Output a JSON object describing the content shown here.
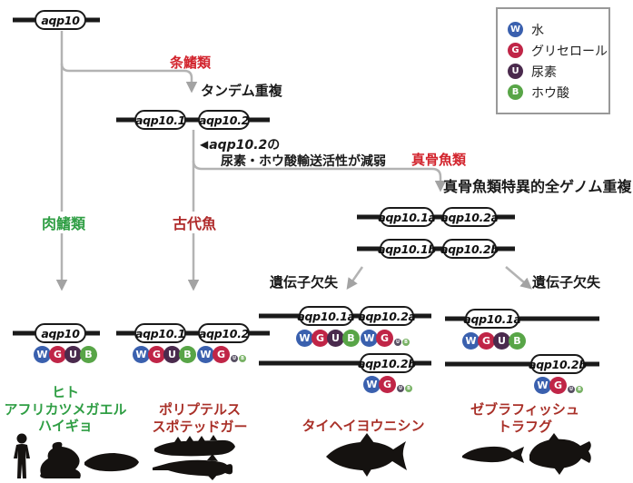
{
  "figure": {
    "legend": {
      "items": [
        {
          "symbol": "W",
          "label": "水",
          "color": "#3a60ae"
        },
        {
          "symbol": "G",
          "label": "グリセロール",
          "color": "#c02547"
        },
        {
          "symbol": "U",
          "label": "尿素",
          "color": "#4a2a4d"
        },
        {
          "symbol": "B",
          "label": "ホウ酸",
          "color": "#58a547"
        }
      ]
    },
    "events": {
      "ray_finned": "条鰭類",
      "tandem_dup": "タンデム重複",
      "annotation_marker": "◀",
      "annotation_gene": "aqp10.2",
      "annotation_particle": "の",
      "annotation_detail": "尿素・ホウ酸輸送活性が減弱",
      "teleost": "真骨魚類",
      "teleost_wgd": "真骨魚類特異的全ゲノム重複",
      "gene_loss_left": "遺伝子欠失",
      "gene_loss_right": "遺伝子欠失",
      "lobe_finned": "肉鰭類",
      "ancient_fish": "古代魚"
    },
    "gene_boxes": {
      "root": "aqp10",
      "dup1": "aqp10.1",
      "dup2": "aqp10.2",
      "wgd_1a": "aqp10.1a",
      "wgd_2a": "aqp10.2a",
      "wgd_1b": "aqp10.1b",
      "wgd_2b": "aqp10.2b",
      "col1_aqp10": "aqp10",
      "col2_aqp10_1": "aqp10.1",
      "col2_aqp10_2": "aqp10.2",
      "col3_aqp10_1a": "aqp10.1a",
      "col3_aqp10_2a": "aqp10.2a",
      "col3_aqp10_2b": "aqp10.2b",
      "col4_aqp10_1a": "aqp10.1a",
      "col4_aqp10_2b": "aqp10.2b"
    },
    "badges": {
      "w": "W",
      "g": "G",
      "u": "U",
      "b": "B",
      "u_small": "U",
      "b_small": "B"
    },
    "species": {
      "col1": [
        "ヒト",
        "アフリカツメガエル",
        "ハイギョ"
      ],
      "col2": [
        "ポリプテルス",
        "スポテッドガー"
      ],
      "col3": [
        "タイヘイヨウニシン"
      ],
      "col4": [
        "ゼブラフィッシュ",
        "トラフグ"
      ]
    },
    "colors": {
      "clade_red": "#d2232c",
      "species_red": "#a93028",
      "species_green": "#2f9e44",
      "connector_gray": "#b3b3b3",
      "chromosome_black": "#1a1a1a"
    },
    "silhouettes": [
      "human",
      "frog",
      "lungfish",
      "polypterus",
      "spotted-gar",
      "herring",
      "zebrafish",
      "pufferfish"
    ]
  }
}
